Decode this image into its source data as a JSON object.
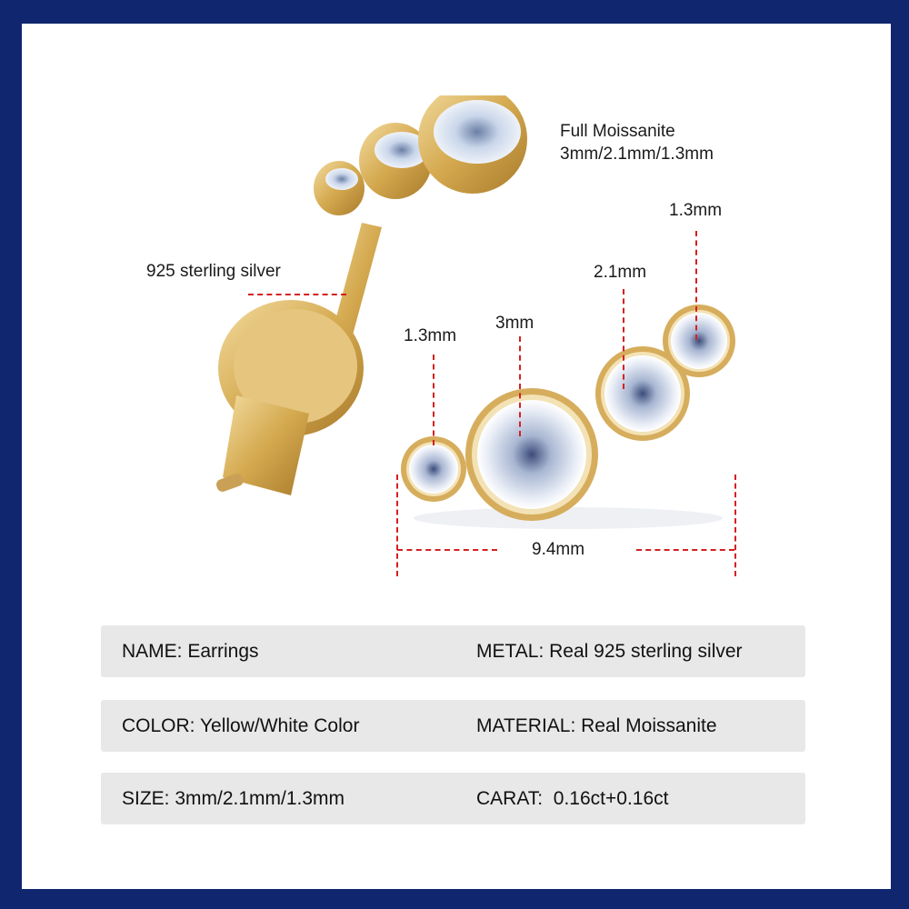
{
  "colors": {
    "frame": "#10266e",
    "panel": "#ffffff",
    "row_bg": "#e8e8e8",
    "gold": "#d9b262",
    "dash": "#d42020"
  },
  "annotations": {
    "full_moissanite_title": "Full Moissanite",
    "full_moissanite_sizes": "3mm/2.1mm/1.3mm",
    "metal_label": "925 sterling silver",
    "stone_1": "1.3mm",
    "stone_2": "3mm",
    "stone_3": "2.1mm",
    "stone_4": "1.3mm",
    "total_width": "9.4mm"
  },
  "specs": [
    {
      "left": "NAME: Earrings",
      "right": "METAL: Real 925 sterling silver"
    },
    {
      "left": "COLOR: Yellow/White Color",
      "right": "MATERIAL: Real Moissanite"
    },
    {
      "left": "SIZE: 3mm/2.1mm/1.3mm",
      "right": "CARAT:  0.16ct+0.16ct"
    }
  ]
}
